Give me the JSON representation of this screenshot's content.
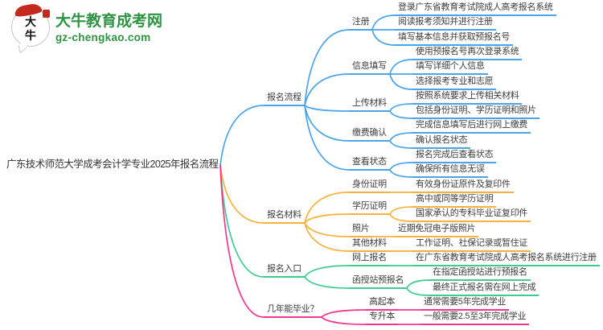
{
  "logo": {
    "logo_text": "大牛",
    "brand": "大牛教育成考网",
    "domain": "gz-chengkao.com",
    "brand_color": "#2e9342",
    "seal_color": "#c5281c"
  },
  "root": {
    "label": "广东技术师范大学成考会计学专业2025年报名流程"
  },
  "branches": [
    {
      "label": "报名流程",
      "color": "#4ba3ea",
      "children": [
        {
          "label": "注册",
          "leaves": [
            "登录广东省教育考试院成人高考报名系统",
            "阅读报考须知并进行注册",
            "填写基本信息并获取预报名号"
          ]
        },
        {
          "label": "信息填写",
          "leaves": [
            "使用预报名号再次登录系统",
            "填写详细个人信息",
            "选择报考专业和志愿"
          ]
        },
        {
          "label": "上传材料",
          "leaves": [
            "按照系统要求上传相关材料",
            "包括身份证明、学历证明和照片"
          ]
        },
        {
          "label": "缴费确认",
          "leaves": [
            "完成信息填写后进行网上缴费",
            "确认报名状态"
          ]
        },
        {
          "label": "查看状态",
          "leaves": [
            "报名完成后查看状态",
            "确保所有信息无误"
          ]
        }
      ]
    },
    {
      "label": "报名材料",
      "color": "#f9b13e",
      "children": [
        {
          "label": "身份证明",
          "leaves": [
            "有效身份证原件及复印件"
          ]
        },
        {
          "label": "学历证明",
          "leaves": [
            "高中或同等学历证明",
            "国家承认的专科毕业证复印件"
          ]
        },
        {
          "label": "照片",
          "leaves": [
            "近期免冠电子版照片"
          ]
        },
        {
          "label": "其他材料",
          "leaves": [
            "工作证明、社保记录或暂住证"
          ]
        }
      ]
    },
    {
      "label": "报名入口",
      "color": "#3fcb90",
      "children": [
        {
          "label": "网上报名",
          "leaves": [
            "在广东省教育考试院成人高考报名系统进行注册"
          ]
        },
        {
          "label": "函授站预报名",
          "leaves": [
            "在指定函授站进行预报名",
            "最终正式报名需在网上完成"
          ]
        }
      ]
    },
    {
      "label": "几年能毕业？",
      "color": "#f2368e",
      "children": [
        {
          "label": "高起本",
          "leaves": [
            "通常需要5年完成学业"
          ]
        },
        {
          "label": "专升本",
          "leaves": [
            "一般需要2.5至3年完成学业"
          ]
        }
      ]
    }
  ]
}
